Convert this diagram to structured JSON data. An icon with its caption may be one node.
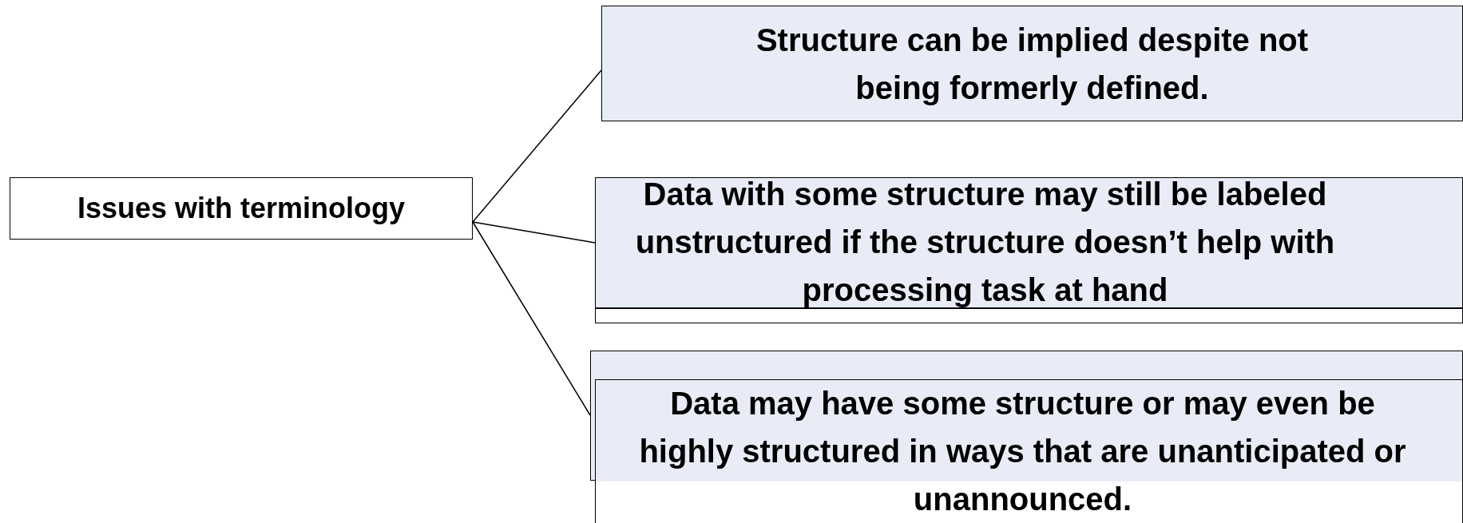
{
  "diagram": {
    "nodes": [
      {
        "text": [
          "Issues with terminology"
        ]
      },
      {
        "text": [
          "Structure can be implied despite not being formerly defined."
        ]
      },
      {
        "text": [
          "Data with some structure may still be labeled unstructured if the structure doesn’t help with processing task at hand"
        ]
      },
      {
        "text": [
          "Data may have some structure or may even be highly structured in ways that are unanticipated or unannounced."
        ]
      }
    ],
    "edges": [
      {
        "from": 0,
        "to": 1,
        "arrow": "none"
      },
      {
        "from": 0,
        "to": 2,
        "arrow": "none"
      },
      {
        "from": 0,
        "to": 3,
        "arrow": "none"
      }
    ]
  }
}
